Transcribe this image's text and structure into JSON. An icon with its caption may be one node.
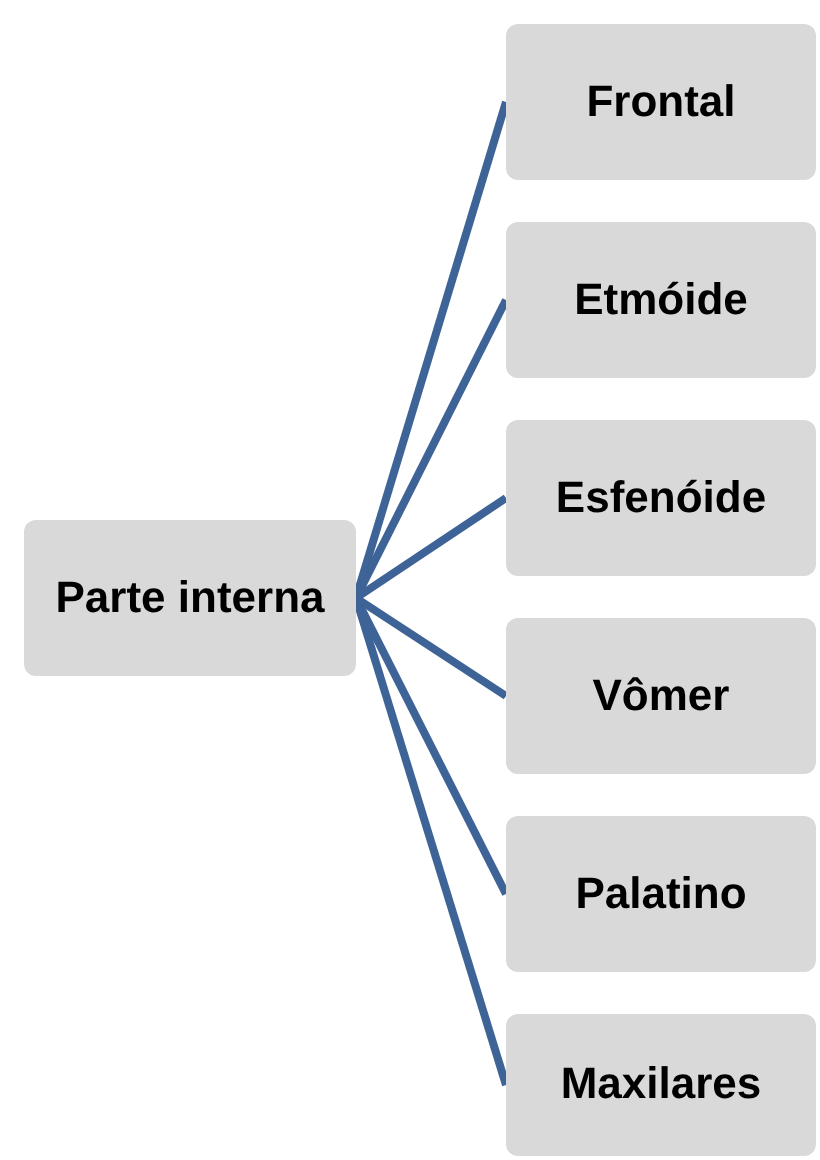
{
  "diagram": {
    "nodes": [
      {
        "text": [
          "Parte interna"
        ]
      },
      {
        "text": [
          "Frontal"
        ]
      },
      {
        "text": [
          "Etmóide"
        ]
      },
      {
        "text": [
          "Esfenóide"
        ]
      },
      {
        "text": [
          "Vômer"
        ]
      },
      {
        "text": [
          "Palatino"
        ]
      },
      {
        "text": [
          "Maxilares"
        ]
      }
    ],
    "edges": [
      {
        "from": 0,
        "to": 1,
        "arrow": "none"
      },
      {
        "from": 0,
        "to": 2,
        "arrow": "none"
      },
      {
        "from": 0,
        "to": 3,
        "arrow": "none"
      },
      {
        "from": 0,
        "to": 4,
        "arrow": "none"
      },
      {
        "from": 0,
        "to": 5,
        "arrow": "none"
      },
      {
        "from": 0,
        "to": 6,
        "arrow": "none"
      }
    ]
  }
}
